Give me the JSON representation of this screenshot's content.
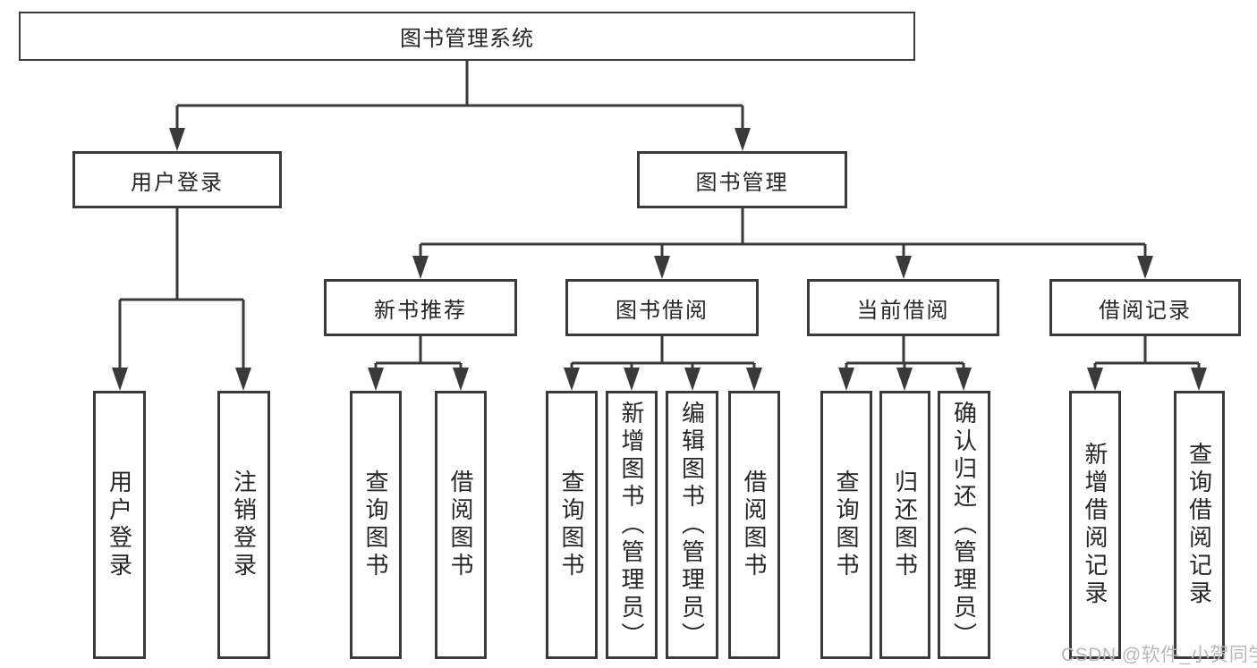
{
  "colors": {
    "line": "#3a3a3a",
    "text": "#262626",
    "wm": "#b8b8b8",
    "bg": "#ffffff"
  },
  "watermark": "CSDN @软件_小贺同学",
  "tree": {
    "root": {
      "label": "图书管理系统"
    },
    "branches": [
      {
        "label": "用户登录",
        "children": [
          {
            "label": "用户登录"
          },
          {
            "label": "注销登录"
          }
        ]
      },
      {
        "label": "图书管理",
        "children": [
          {
            "label": "新书推荐",
            "children": [
              {
                "label": "查询图书"
              },
              {
                "label": "借阅图书"
              }
            ]
          },
          {
            "label": "图书借阅",
            "children": [
              {
                "label": "查询图书"
              },
              {
                "label": "新增图书（管理员）"
              },
              {
                "label": "编辑图书（管理员）"
              },
              {
                "label": "借阅图书"
              }
            ]
          },
          {
            "label": "当前借阅",
            "children": [
              {
                "label": "查询图书"
              },
              {
                "label": "归还图书"
              },
              {
                "label": "确认归还（管理员）"
              }
            ]
          },
          {
            "label": "借阅记录",
            "children": [
              {
                "label": "新增借阅记录"
              },
              {
                "label": "查询借阅记录"
              }
            ]
          }
        ]
      }
    ]
  }
}
